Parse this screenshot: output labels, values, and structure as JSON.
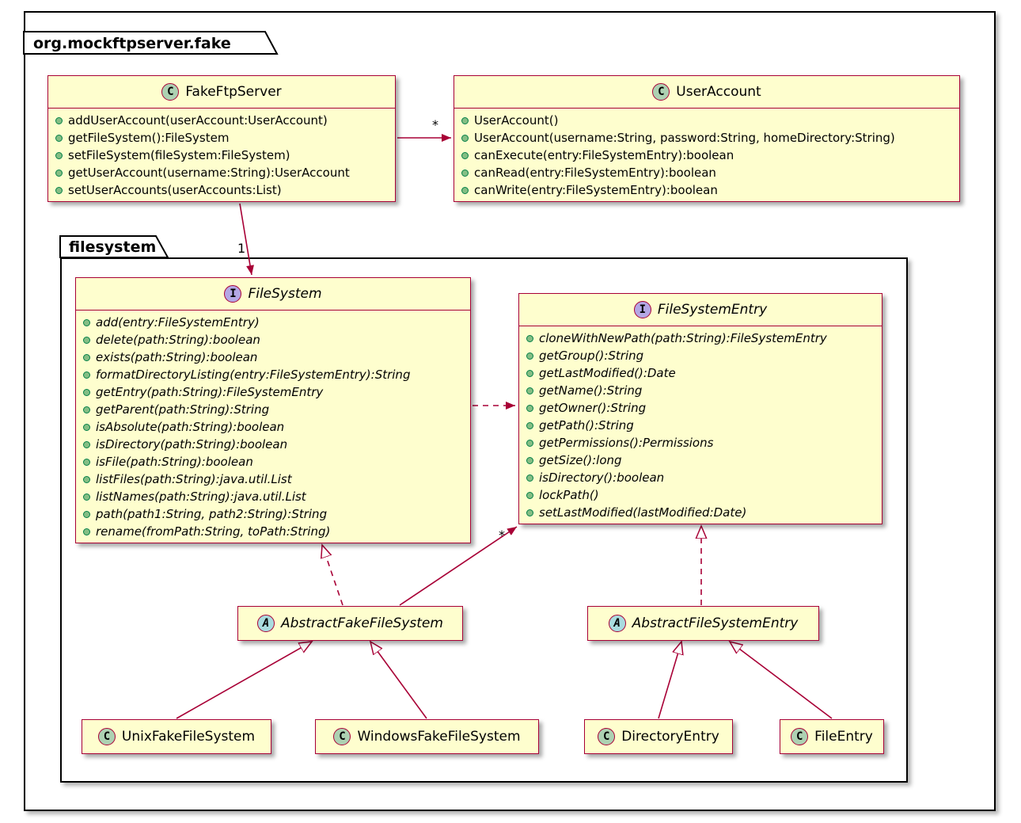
{
  "packages": {
    "outer": {
      "label": "org.mockftpserver.fake"
    },
    "inner": {
      "label": "filesystem"
    }
  },
  "classes": {
    "fake_ftp_server": {
      "kind": "class",
      "letter": "C",
      "name": "FakeFtpServer",
      "methods": [
        "addUserAccount(userAccount:UserAccount)",
        "getFileSystem():FileSystem",
        "setFileSystem(fileSystem:FileSystem)",
        "getUserAccount(username:String):UserAccount",
        "setUserAccounts(userAccounts:List)"
      ]
    },
    "user_account": {
      "kind": "class",
      "letter": "C",
      "name": "UserAccount",
      "methods": [
        "UserAccount()",
        "UserAccount(username:String, password:String, homeDirectory:String)",
        "canExecute(entry:FileSystemEntry):boolean",
        "canRead(entry:FileSystemEntry):boolean",
        "canWrite(entry:FileSystemEntry):boolean"
      ]
    },
    "file_system": {
      "kind": "interface",
      "letter": "I",
      "name": "FileSystem",
      "methods": [
        "add(entry:FileSystemEntry)",
        "delete(path:String):boolean",
        "exists(path:String):boolean",
        "formatDirectoryListing(entry:FileSystemEntry):String",
        "getEntry(path:String):FileSystemEntry",
        "getParent(path:String):String",
        "isAbsolute(path:String):boolean",
        "isDirectory(path:String):boolean",
        "isFile(path:String):boolean",
        "listFiles(path:String):java.util.List",
        "listNames(path:String):java.util.List",
        "path(path1:String, path2:String):String",
        "rename(fromPath:String, toPath:String)"
      ]
    },
    "file_system_entry": {
      "kind": "interface",
      "letter": "I",
      "name": "FileSystemEntry",
      "methods": [
        "cloneWithNewPath(path:String):FileSystemEntry",
        "getGroup():String",
        "getLastModified():Date",
        "getName():String",
        "getOwner():String",
        "getPath():String",
        "getPermissions():Permissions",
        "getSize():long",
        "isDirectory():boolean",
        "lockPath()",
        "setLastModified(lastModified:Date)"
      ]
    },
    "abstract_fake_file_system": {
      "kind": "abstract class",
      "letter": "A",
      "name": "AbstractFakeFileSystem",
      "methods": []
    },
    "abstract_file_system_entry": {
      "kind": "abstract class",
      "letter": "A",
      "name": "AbstractFileSystemEntry",
      "methods": []
    },
    "unix_fake_file_system": {
      "kind": "class",
      "letter": "C",
      "name": "UnixFakeFileSystem",
      "methods": []
    },
    "windows_fake_file_system": {
      "kind": "class",
      "letter": "C",
      "name": "WindowsFakeFileSystem",
      "methods": []
    },
    "directory_entry": {
      "kind": "class",
      "letter": "C",
      "name": "DirectoryEntry",
      "methods": []
    },
    "file_entry": {
      "kind": "class",
      "letter": "C",
      "name": "FileEntry",
      "methods": []
    }
  },
  "edge_labels": {
    "server_to_useraccount_multiplicity": "*",
    "server_to_filesystem_multiplicity": "1",
    "fakefilesystem_to_entry_multiplicity": "*"
  },
  "colors": {
    "class_bg": "#FEFECE",
    "border": "#A80036",
    "spot_class": "#ADD1B2",
    "spot_interface": "#B4A7E5",
    "spot_abstract": "#A9DCDF",
    "method_dot": "#84BE84",
    "package_border": "#000000"
  }
}
